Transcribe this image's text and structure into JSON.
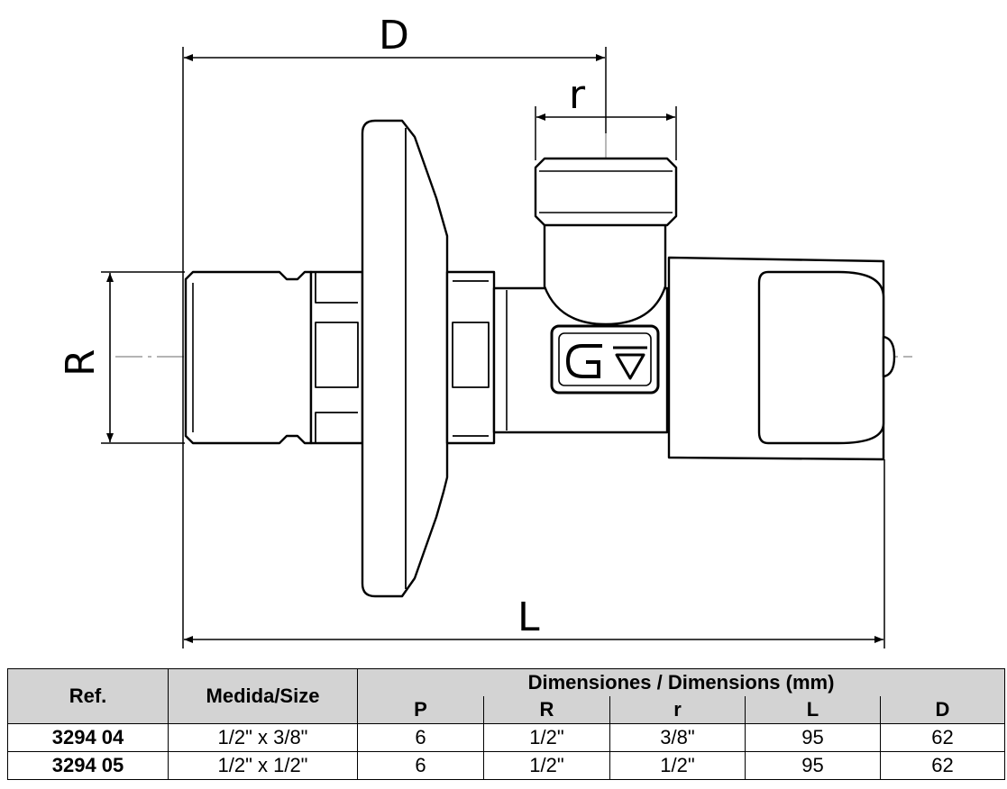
{
  "drawing": {
    "labels": {
      "D": "D",
      "r": "r",
      "R": "R",
      "L": "L"
    }
  },
  "table": {
    "headers": {
      "ref": "Ref.",
      "size": "Medida/Size",
      "dimensions_group": "Dimensiones / Dimensions (mm)",
      "columns": [
        "P",
        "R",
        "r",
        "L",
        "D"
      ]
    },
    "rows": [
      {
        "ref": "3294 04",
        "size": "1/2\" x 3/8\"",
        "values": [
          "6",
          "1/2\"",
          "3/8\"",
          "95",
          "62"
        ]
      },
      {
        "ref": "3294 05",
        "size": "1/2\" x 1/2\"",
        "values": [
          "6",
          "1/2\"",
          "1/2\"",
          "95",
          "62"
        ]
      }
    ]
  }
}
